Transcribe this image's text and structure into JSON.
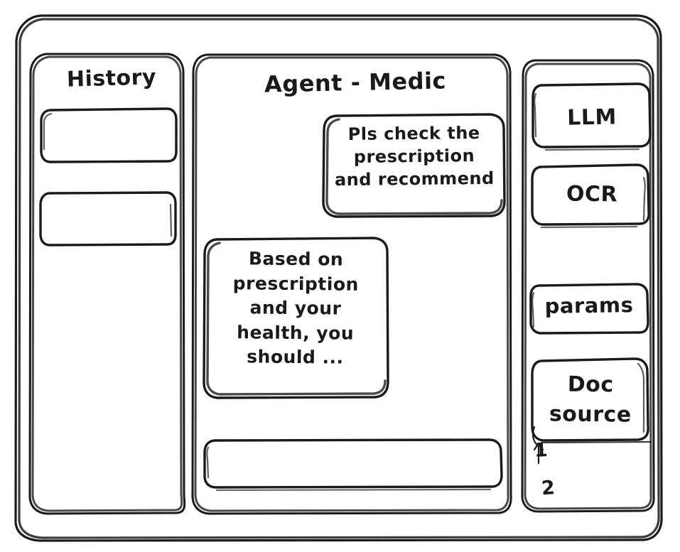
{
  "window": {
    "name": "agent-medic-wireframe"
  },
  "sidebar_left": {
    "title": "History",
    "items": [
      {
        "label": ""
      },
      {
        "label": ""
      }
    ]
  },
  "main": {
    "title": "Agent - Medic",
    "messages": [
      {
        "role": "user",
        "text": "Pls check the\nprescription\nand recommend"
      },
      {
        "role": "assistant",
        "text": "Based on\nprescription\nand your\nhealth, you\nshould ..."
      }
    ],
    "composer": {
      "value": "",
      "placeholder": ""
    }
  },
  "sidebar_right": {
    "tools": [
      {
        "label": "LLM"
      },
      {
        "label": "OCR"
      },
      {
        "label": "params"
      },
      {
        "label": "Doc\nsource"
      }
    ],
    "doc_source_items": [
      {
        "label": "1"
      },
      {
        "label": "2"
      }
    ]
  },
  "colors": {
    "ink": "#1a1a1a",
    "background": "#ffffff"
  }
}
